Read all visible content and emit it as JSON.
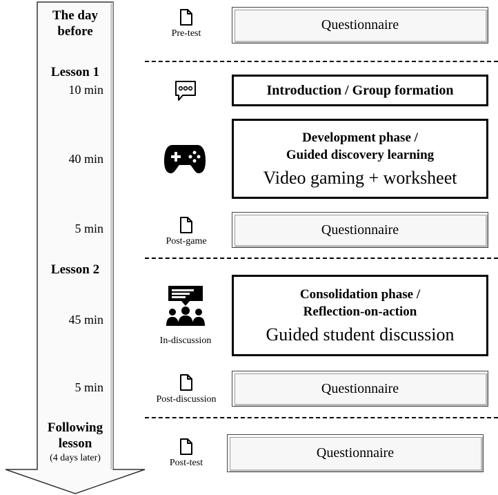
{
  "timeline": {
    "phases": [
      {
        "label_line1": "The day",
        "label_line2": "before"
      },
      {
        "label": "Lesson 1"
      },
      {
        "label": "Lesson 2"
      },
      {
        "label_line1": "Following",
        "label_line2": "lesson",
        "note": "(4 days later)"
      }
    ],
    "durations": [
      "10 min",
      "40 min",
      "5 min",
      "45 min",
      "5 min"
    ]
  },
  "icons": {
    "document": "document-icon",
    "chat": "chat-bubble-icon",
    "gamepad": "gamepad-icon",
    "discussion": "group-discussion-icon"
  },
  "icon_labels": [
    "Pre-test",
    "Post-game",
    "In-discussion",
    "Post-discussion",
    "Post-test"
  ],
  "boxes": {
    "pretest": "Questionnaire",
    "intro": "Introduction / Group formation",
    "development": {
      "title_line1": "Development phase /",
      "title_line2": "Guided discovery learning",
      "activity": "Video gaming + worksheet"
    },
    "postgame": "Questionnaire",
    "consolidation": {
      "title_line1": "Consolidation phase /",
      "title_line2": "Reflection-on-action",
      "activity": "Guided student discussion"
    },
    "postdiscussion": "Questionnaire",
    "posttest": "Questionnaire"
  }
}
